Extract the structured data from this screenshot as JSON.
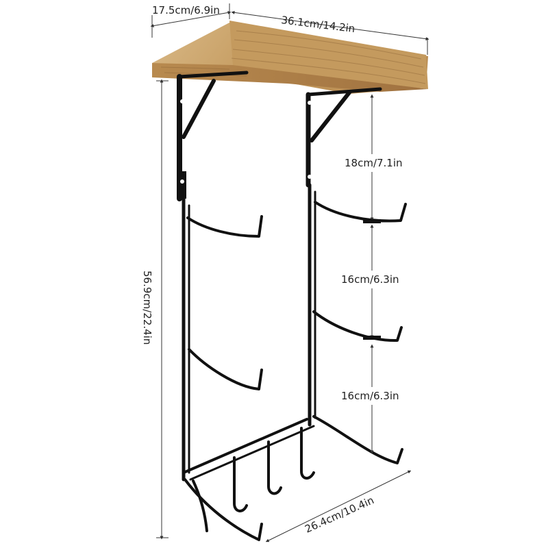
{
  "dimensions": {
    "depth": "17.5cm/6.9in",
    "width": "36.1cm/14.2in",
    "height": "56.9cm/22.4in",
    "gap_top": "18cm/7.1in",
    "gap_middle": "16cm/6.3in",
    "gap_bottom": "16cm/6.3in",
    "base_width": "26.4cm/10.4in"
  },
  "colors": {
    "wood_light": "#c9a46c",
    "wood_dark": "#9c7440",
    "metal": "#111111",
    "dimension_line": "#333333"
  }
}
